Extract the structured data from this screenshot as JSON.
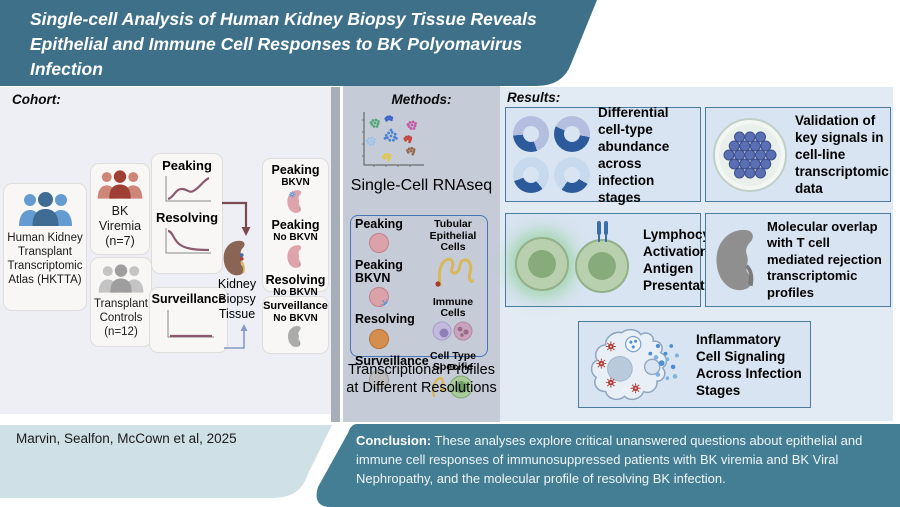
{
  "header": {
    "title": "Single-cell Analysis of Human Kidney Biopsy Tissue Reveals Epithelial and Immune Cell Responses to BK Polyomavirus Infection"
  },
  "cohort": {
    "label": "Cohort:",
    "hktta": {
      "label": "Human Kidney Transplant Transcriptomic Atlas (HKTTA)",
      "icon": "people-group-blue"
    },
    "bk_viremia": {
      "label": "BK Viremia (n=7)",
      "icon": "people-group-red"
    },
    "transplant_controls": {
      "label": "Transplant Controls (n=12)",
      "icon": "people-group-gray"
    },
    "trajectories": [
      {
        "label": "Peaking",
        "icon": "rising-curve"
      },
      {
        "label": "Resolving",
        "icon": "falling-curve"
      },
      {
        "label": "Surveillance",
        "icon": "flat-curve"
      }
    ],
    "biopsy": {
      "label": "Kidney Biopsy Tissue",
      "icon": "kidney-brown"
    },
    "stage_groups": [
      {
        "stage": "Peaking",
        "status": "BKVN",
        "icon": "kidney-pink-virus"
      },
      {
        "stage": "Peaking",
        "status": "No BKVN",
        "icon": "kidney-pink"
      },
      {
        "stage": "Resolving",
        "status": "No BKVN",
        "icon": "kidney-orange"
      },
      {
        "stage": "Surveillance",
        "status": "No BKVN",
        "icon": "kidney-gray"
      }
    ]
  },
  "methods": {
    "label": "Methods:",
    "umap_icon": "umap-scatter-plot",
    "step1": "Single-Cell RNAseq",
    "profile_box": {
      "stages": [
        {
          "label": "Peaking",
          "icon": "circle-pink"
        },
        {
          "label": "Peaking BKVN",
          "icon": "circle-pink-virus"
        },
        {
          "label": "Resolving",
          "icon": "circle-orange"
        },
        {
          "label": "Surveillance",
          "icon": "circle-gray"
        }
      ],
      "cell_types": [
        {
          "label": "Tubular Epithelial Cells",
          "icon": "tubule"
        },
        {
          "label": "Immune Cells",
          "icon": "immune-cells"
        },
        {
          "label": "Cell Type Specific",
          "icon": "green-cell"
        }
      ]
    },
    "step2": "Transcriptional Profiles at Different Resolutions"
  },
  "results": {
    "label": "Results:",
    "items": [
      {
        "text": "Differential cell-type abundance across infection stages",
        "icon": "donut-charts"
      },
      {
        "text": "Validation of key signals in cell-line transcriptomic data",
        "icon": "petri-dish-cells"
      },
      {
        "text": "Lymphocyte Activation & Antigen Presentation",
        "icon": "lymphocytes-green"
      },
      {
        "text": "Molecular overlap with T cell mediated rejection transcriptomic profiles",
        "icon": "kidney-gray-large"
      },
      {
        "text": "Inflammatory Cell Signaling Across Infection Stages",
        "icon": "inflammatory-cell"
      }
    ]
  },
  "footer": {
    "citation": "Marvin, Sealfon, McCown et al, 2025",
    "conclusion_label": "Conclusion:",
    "conclusion_text": "These analyses explore critical unanswered questions about epithelial and immune cell responses of immunosuppressed patients with BK viremia and BK Viral Nephropathy, and the molecular profile of resolving BK infection."
  },
  "colors": {
    "header_teal": "#3e7189",
    "conclusion_teal": "#447e95",
    "citation_bg": "#cfe0e6",
    "cohort_bg": "#edeff4",
    "methods_bg": "#c5ccd8",
    "results_bg": "#e2eaf3",
    "results_box_bg": "#d8e4f1",
    "results_box_border": "#4c7c9b",
    "curve_plum": "#8c5a70",
    "donut_dark_blue": "#2d5a9b",
    "donut_lavender": "#b4bfe0",
    "donut_light_blue": "#c6d9ed",
    "peaking_pink": "#dca2aa",
    "resolving_orange": "#d68e4f",
    "surveillance_gray": "#bdbdbd",
    "virus_blue": "#5b9bd5",
    "virus_red": "#b23b31",
    "kidney_brown": "#8a6454",
    "people_blue": "#649cd2",
    "people_red": "#a04035",
    "people_gray": "#bfbfbf"
  }
}
